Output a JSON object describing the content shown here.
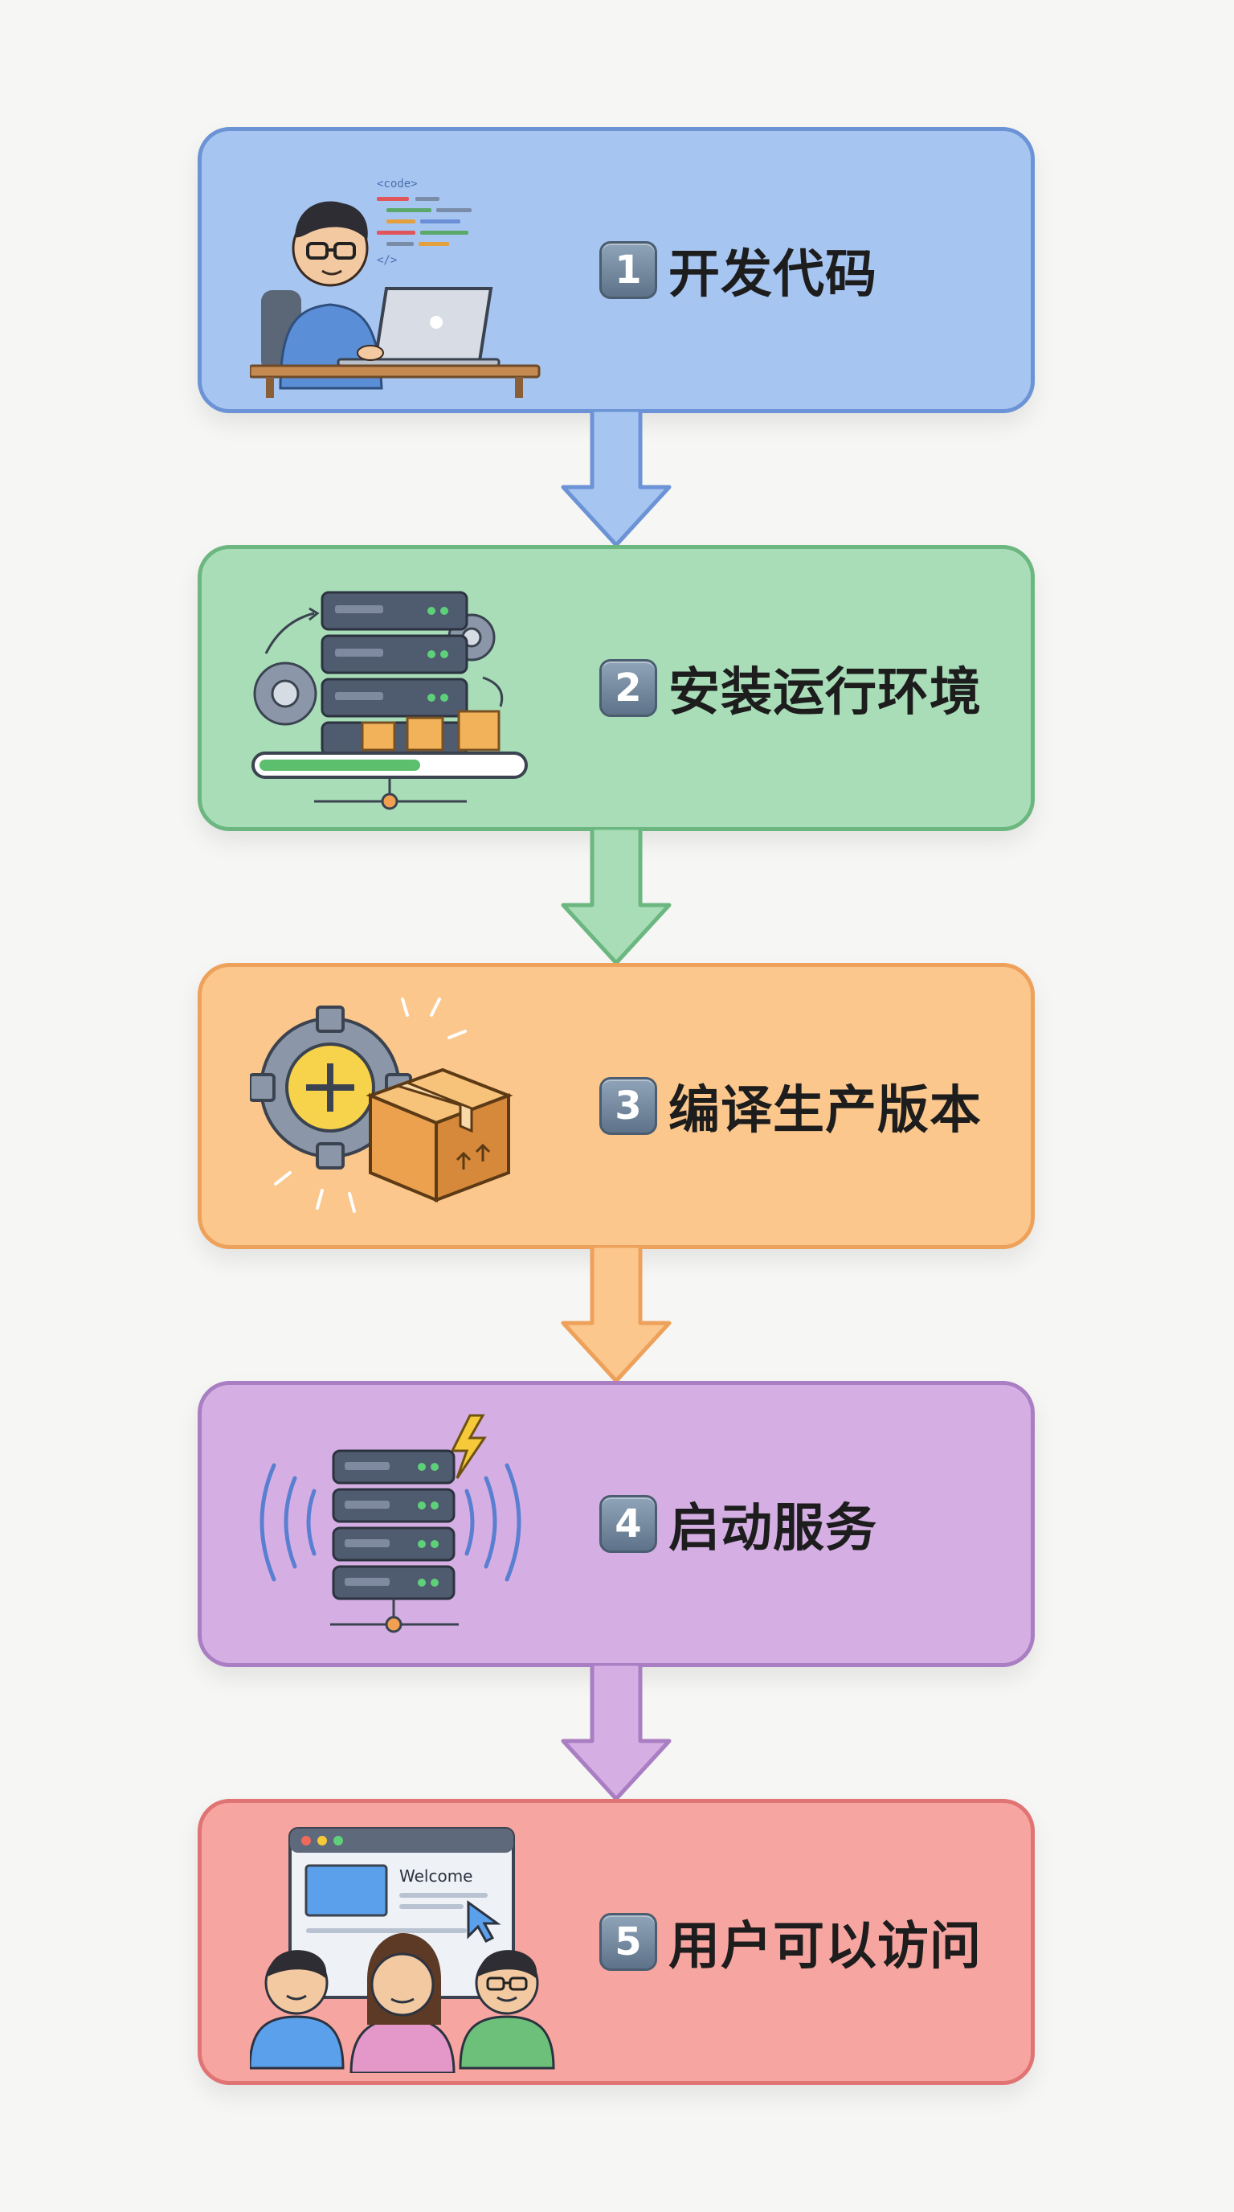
{
  "steps": [
    {
      "number": "1",
      "title": "开发代码",
      "icon": "developer-laptop-icon",
      "illustration_text": "<code>"
    },
    {
      "number": "2",
      "title": "安装运行环境",
      "icon": "server-install-icon"
    },
    {
      "number": "3",
      "title": "编译生产版本",
      "icon": "gear-package-icon"
    },
    {
      "number": "4",
      "title": "启动服务",
      "icon": "server-broadcast-icon"
    },
    {
      "number": "5",
      "title": "用户可以访问",
      "icon": "users-browser-icon",
      "illustration_text": "Welcome"
    }
  ],
  "colors": {
    "step1_fill": "#a7c5f1",
    "step1_border": "#6b93d6",
    "step2_fill": "#a8ddb8",
    "step2_border": "#6cb780",
    "step3_fill": "#fbc78c",
    "step3_border": "#eea15a",
    "step4_fill": "#d5afe4",
    "step4_border": "#a97ec2",
    "step5_fill": "#f7a5a0",
    "step5_border": "#e07474"
  }
}
